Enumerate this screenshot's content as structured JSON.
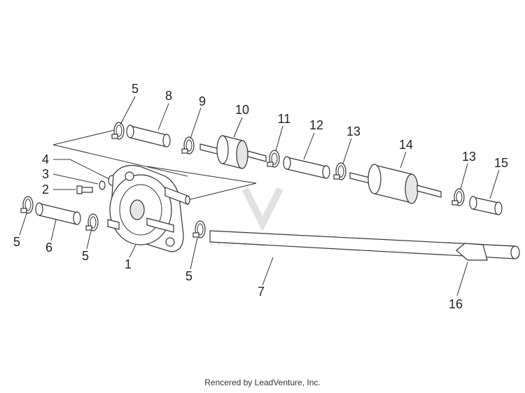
{
  "callouts": {
    "c1": "1",
    "c2": "2",
    "c3": "3",
    "c4": "4",
    "c5": "5",
    "c6": "6",
    "c7": "7",
    "c8": "8",
    "c9": "9",
    "c10": "10",
    "c11": "11",
    "c12": "12",
    "c13": "13",
    "c14": "14",
    "c15": "15",
    "c16": "16"
  },
  "watermark": "ADVENTURE",
  "footer": "Rencered by LeadVenture, Inc."
}
